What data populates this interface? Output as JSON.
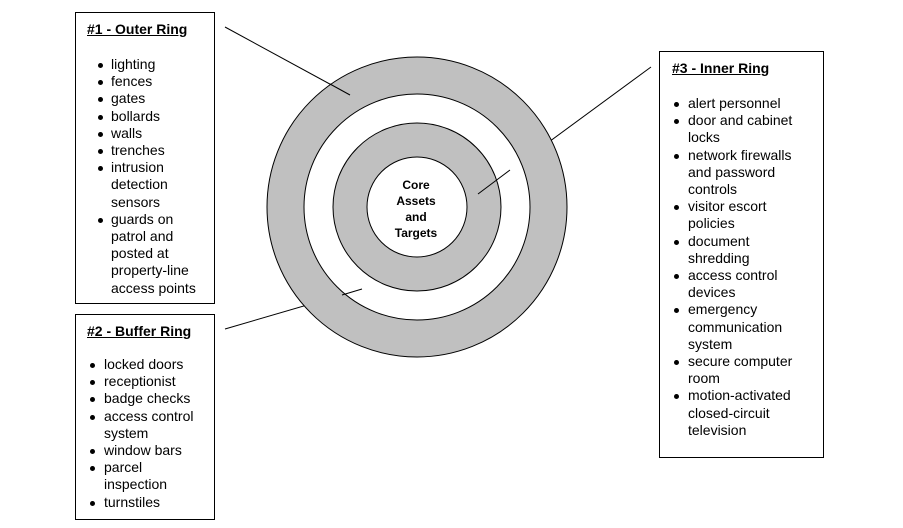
{
  "outer_ring": {
    "title": "#1 - Outer Ring",
    "items": [
      "lighting",
      "fences",
      "gates",
      "bollards",
      "walls",
      "trenches",
      "intrusion detection sensors",
      "guards on patrol and posted at property-line access points"
    ]
  },
  "buffer_ring": {
    "title": "#2 - Buffer Ring",
    "items": [
      "locked doors",
      "receptionist",
      "badge checks",
      "access control system",
      "window bars",
      "parcel inspection",
      "turnstiles"
    ]
  },
  "inner_ring": {
    "title": "#3 - Inner Ring",
    "items": [
      "alert personnel",
      "door and cabinet locks",
      "network firewalls and password controls",
      "visitor escort policies",
      "document shredding",
      "access control devices",
      "emergency communication system",
      "secure computer room",
      "motion-activated closed-circuit television"
    ]
  },
  "core": {
    "line1": "Core",
    "line2": "Assets",
    "line3": "and",
    "line4": "Targets"
  },
  "colors": {
    "ring_fill": "#c0c0c0",
    "stroke": "#000000",
    "background": "#ffffff"
  }
}
